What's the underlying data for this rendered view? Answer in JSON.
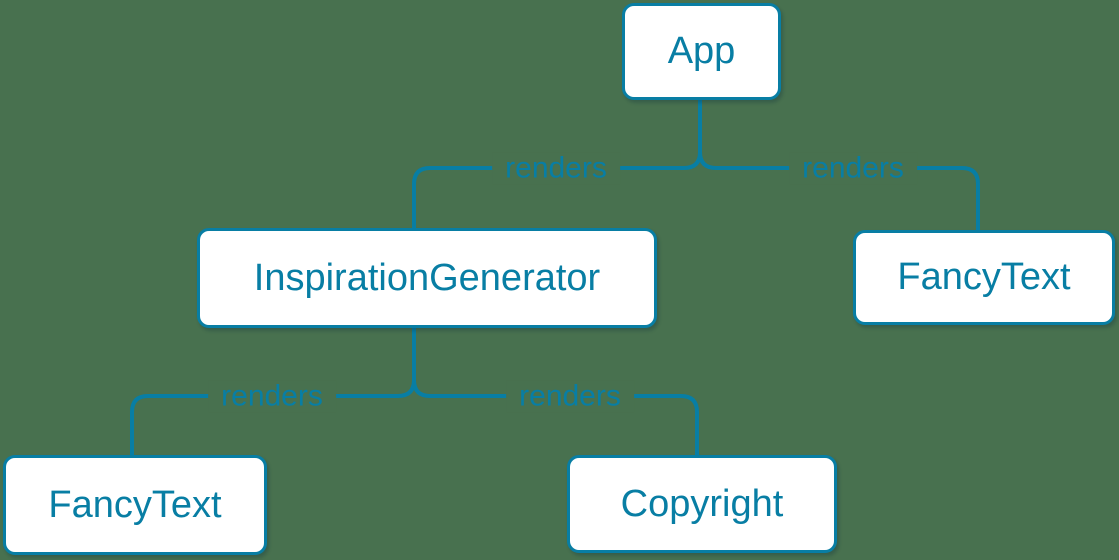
{
  "colors": {
    "background": "#48714F",
    "accent": "#087EA4",
    "node_background": "#FFFFFF"
  },
  "diagram": {
    "type": "component-render-tree",
    "nodes": [
      {
        "id": "app",
        "label": "App"
      },
      {
        "id": "inspiration-generator",
        "label": "InspirationGenerator"
      },
      {
        "id": "fancy-text-top",
        "label": "FancyText"
      },
      {
        "id": "fancy-text-bottom",
        "label": "FancyText"
      },
      {
        "id": "copyright",
        "label": "Copyright"
      }
    ],
    "edges": [
      {
        "from": "App",
        "to": "InspirationGenerator",
        "label": "renders"
      },
      {
        "from": "App",
        "to": "FancyText",
        "label": "renders"
      },
      {
        "from": "InspirationGenerator",
        "to": "FancyText",
        "label": "renders"
      },
      {
        "from": "InspirationGenerator",
        "to": "Copyright",
        "label": "renders"
      }
    ]
  }
}
